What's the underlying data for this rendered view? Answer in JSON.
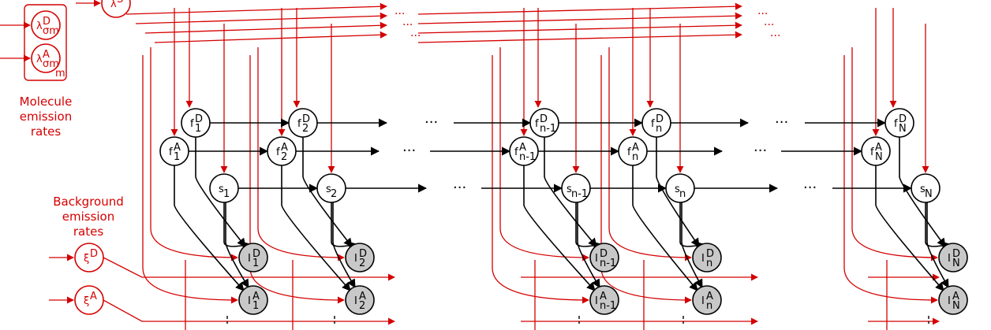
{
  "labels": {
    "molecule": [
      "Molecule",
      "emission",
      "rates"
    ],
    "background": [
      "Background",
      "emission",
      "rates"
    ],
    "plate_index": "m",
    "ellipsis": "···"
  },
  "colors": {
    "red": "#d40000",
    "black": "#000000",
    "observed_fill": "#c8c8c8"
  },
  "rate_nodes": [
    {
      "id": "lambda-d",
      "base": "λ",
      "sup": "D",
      "sub": "σm"
    },
    {
      "id": "lambda-a",
      "base": "λ",
      "sup": "A",
      "sub": "σm"
    },
    {
      "id": "lambda-s",
      "base": "λ",
      "sup": "S",
      "sub": ""
    },
    {
      "id": "xi-d",
      "base": "ξ",
      "sup": "D",
      "sub": ""
    },
    {
      "id": "xi-a",
      "base": "ξ",
      "sup": "A",
      "sub": ""
    }
  ],
  "time_groups": [
    {
      "id": "1",
      "fd": {
        "sup": "D",
        "sub": "1"
      },
      "fa": {
        "sup": "A",
        "sub": "1"
      },
      "s": {
        "sub": "1"
      },
      "id_": {
        "sup": "D",
        "sub": "1"
      },
      "ia": {
        "sup": "A",
        "sub": "1"
      }
    },
    {
      "id": "2",
      "fd": {
        "sup": "D",
        "sub": "2"
      },
      "fa": {
        "sup": "A",
        "sub": "2"
      },
      "s": {
        "sub": "2"
      },
      "id_": {
        "sup": "D",
        "sub": "2"
      },
      "ia": {
        "sup": "A",
        "sub": "2"
      }
    },
    {
      "id": "n-1",
      "fd": {
        "sup": "D",
        "sub": "n-1"
      },
      "fa": {
        "sup": "A",
        "sub": "n-1"
      },
      "s": {
        "sub": "n-1"
      },
      "id_": {
        "sup": "D",
        "sub": "n-1"
      },
      "ia": {
        "sup": "A",
        "sub": "n-1"
      }
    },
    {
      "id": "n",
      "fd": {
        "sup": "D",
        "sub": "n"
      },
      "fa": {
        "sup": "A",
        "sub": "n"
      },
      "s": {
        "sub": "n"
      },
      "id_": {
        "sup": "D",
        "sub": "n"
      },
      "ia": {
        "sup": "A",
        "sub": "n"
      }
    },
    {
      "id": "N",
      "fd": {
        "sup": "D",
        "sub": "N"
      },
      "fa": {
        "sup": "A",
        "sub": "N"
      },
      "s": {
        "sub": "N"
      },
      "id_": {
        "sup": "D",
        "sub": "N"
      },
      "ia": {
        "sup": "A",
        "sub": "N"
      }
    }
  ],
  "node_base": {
    "f": "f",
    "s": "s",
    "i": "I"
  }
}
